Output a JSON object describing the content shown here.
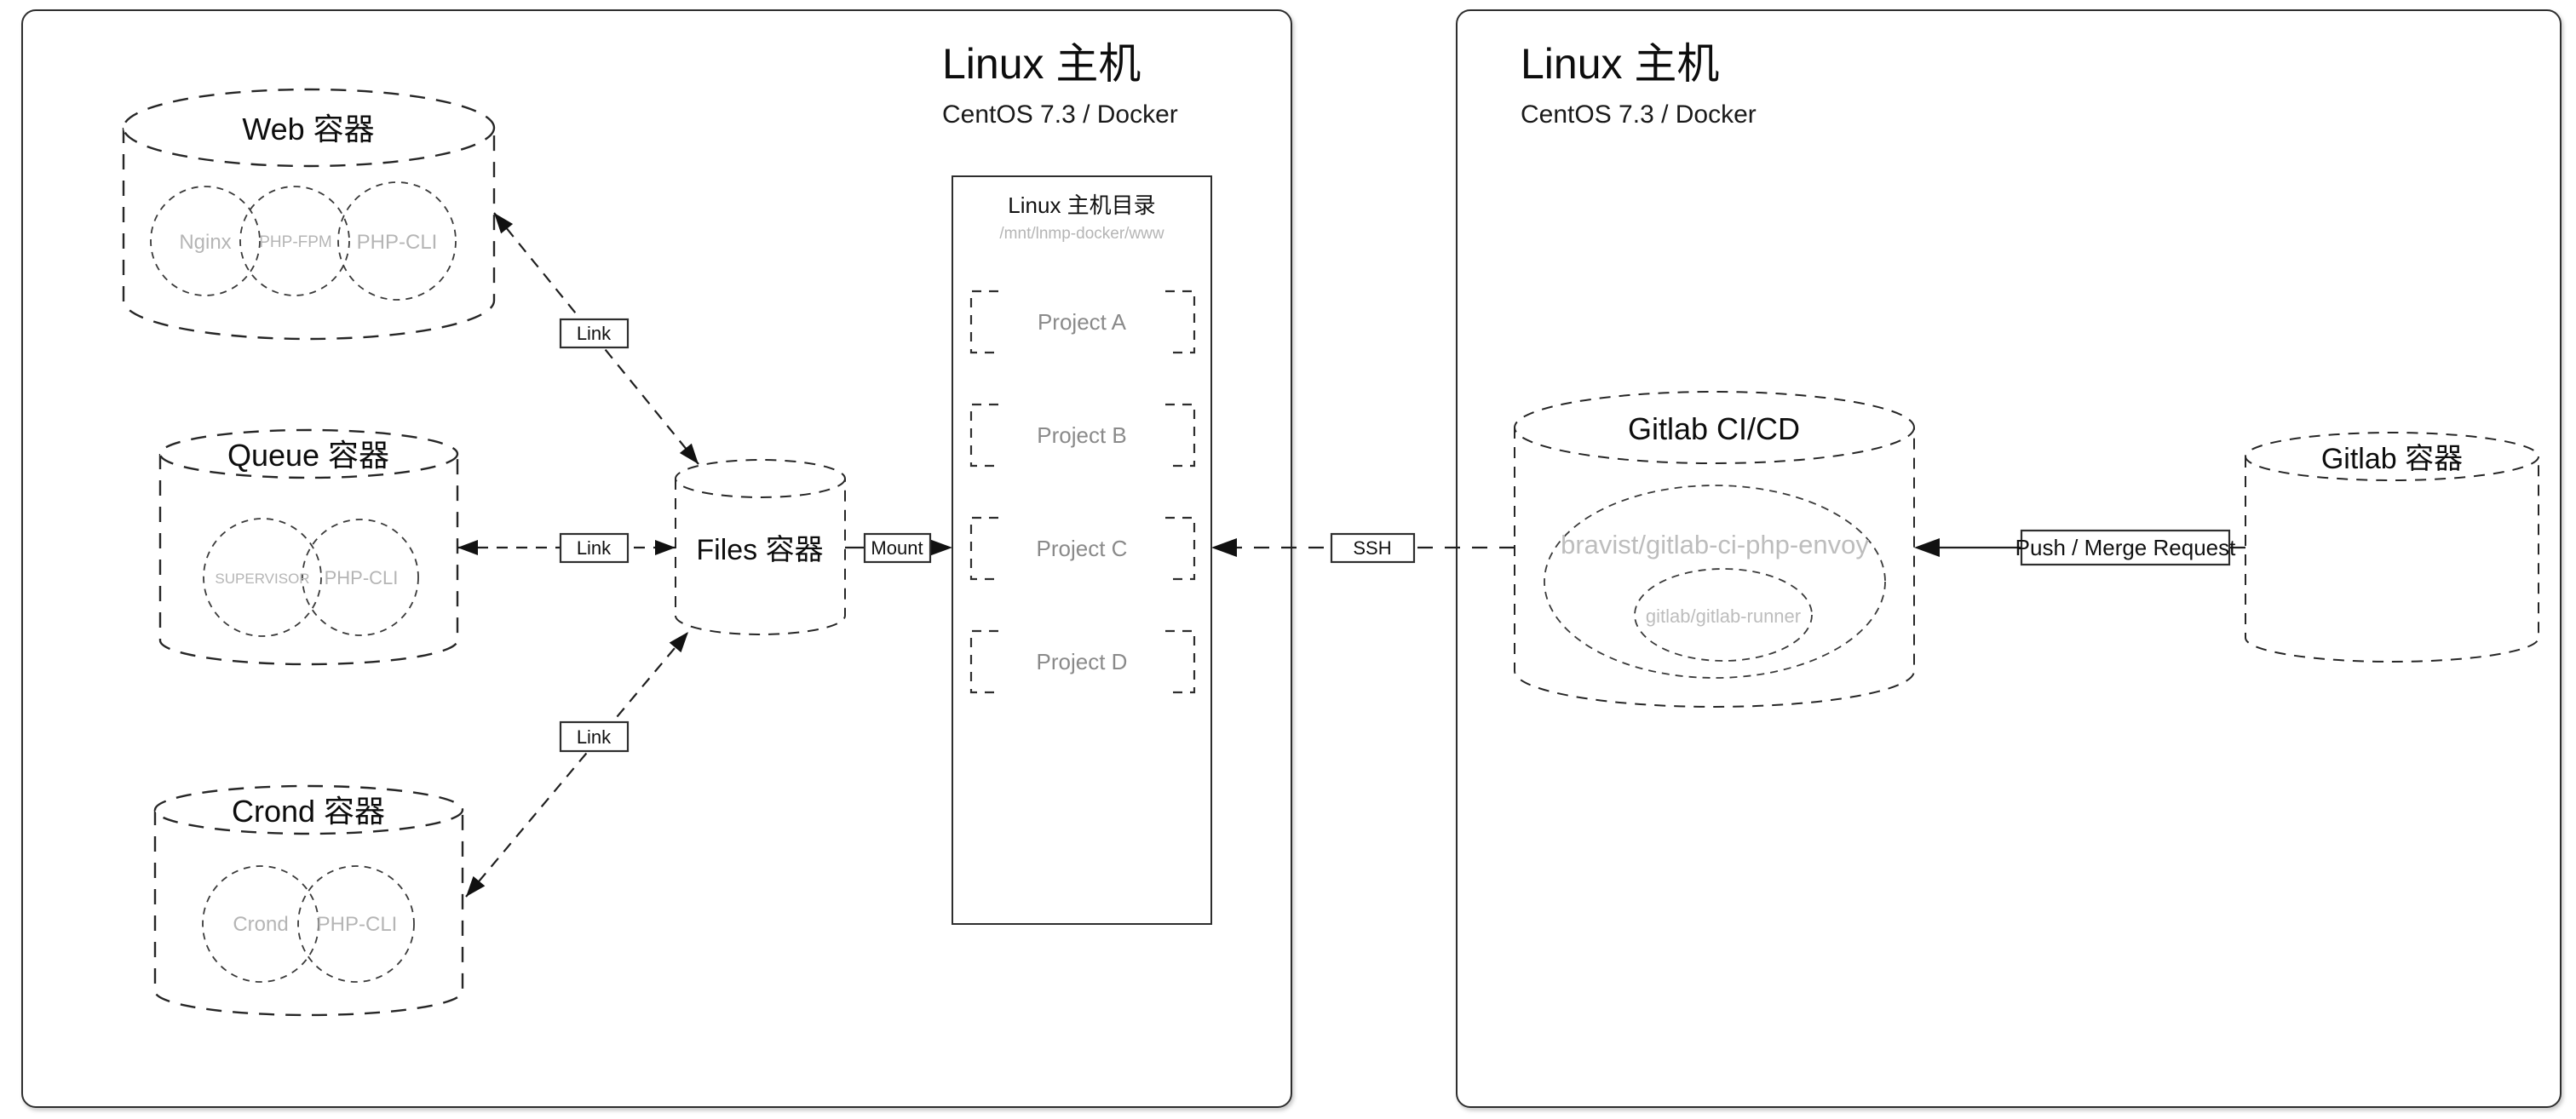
{
  "colors": {
    "stroke": "#262626",
    "muted_text": "#b5b5b5",
    "project_text": "#8a8a8a",
    "background": "#ffffff"
  },
  "left_panel": {
    "title": "Linux 主机",
    "subtitle": "CentOS 7.3 / Docker",
    "web": {
      "label": "Web 容器",
      "processes": [
        "Nginx",
        "PHP-FPM",
        "PHP-CLI"
      ]
    },
    "queue": {
      "label": "Queue 容器",
      "processes": [
        "SUPERVISOR",
        "PHP-CLI"
      ]
    },
    "crond": {
      "label": "Crond 容器",
      "processes": [
        "Crond",
        "PHP-CLI"
      ]
    },
    "files": {
      "label": "Files 容器"
    },
    "host_dir": {
      "title": "Linux 主机目录",
      "path": "/mnt/lnmp-docker/www",
      "projects": [
        "Project A",
        "Project B",
        "Project C",
        "Project D"
      ]
    }
  },
  "right_panel": {
    "title": "Linux 主机",
    "subtitle": "CentOS 7.3 / Docker",
    "gitlab_cicd": {
      "label": "Gitlab CI/CD",
      "image": "bravist/gitlab-ci-php-envoy",
      "runner": "gitlab/gitlab-runner"
    },
    "gitlab": {
      "label": "Gitlab 容器"
    }
  },
  "connectors": {
    "links": [
      "Link",
      "Link",
      "Link"
    ],
    "mount": "Mount",
    "ssh": "SSH",
    "push": "Push / Merge Request"
  }
}
